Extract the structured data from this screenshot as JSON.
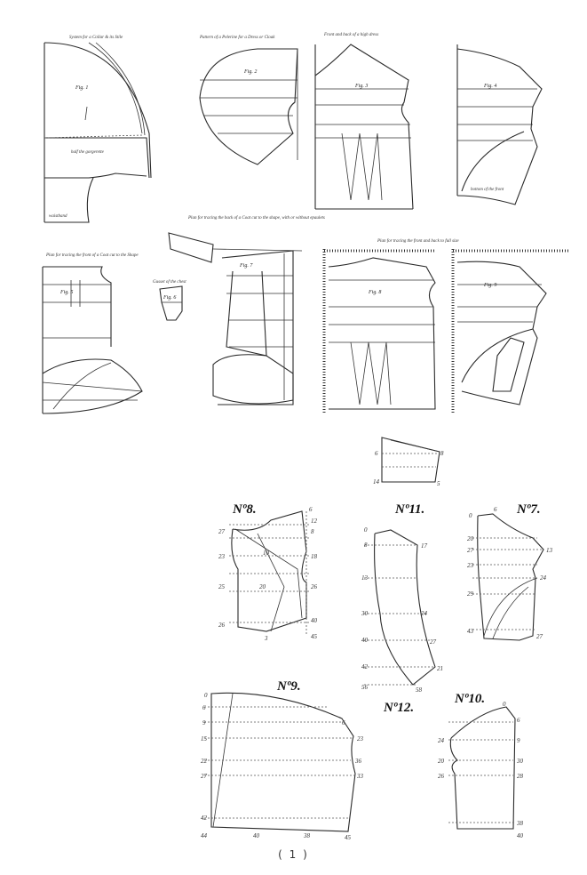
{
  "titles": {
    "collar": "System for a Collar & its Stile",
    "cloak": "Pattern of a Pelerine for a Dress or Cloak",
    "front_back": "Front and back of a high dress",
    "back_tracing": "Plan for tracing the back of a Coat cut to the shape, with or without epaulets",
    "front_tracing": "Plan for tracing the front of a Coat cut to the Shape",
    "front_back_full": "Plan for tracing the front and back to full size"
  },
  "fig_labels": {
    "collar": "Fig. 1",
    "cloak": "Fig. 2",
    "front_back": "Fig. 3",
    "sleeve_top": "Fig. 4",
    "front_tracing": "Fig. 5",
    "gusset": "Fig. 6",
    "back_tracing": "Fig. 7",
    "front_full": "Fig. 8",
    "back_full": "Fig. 9"
  },
  "small_notes": {
    "fold": "half the gorgerette",
    "waist": "waistband",
    "bottom": "bottom of the front",
    "gusset": "Gusset of the chest"
  },
  "numbered": {
    "n8": "Nº8.",
    "n7": "Nº7.",
    "n11": "Nº11.",
    "n9": "Nº9.",
    "n12": "Nº12.",
    "n10": "Nº10."
  },
  "measure_marks": {
    "n8_left": [
      "27",
      "23",
      "25",
      "26"
    ],
    "n8_right": [
      "6",
      "12",
      "8",
      "18",
      "26",
      "40",
      "45"
    ],
    "n8_mid": [
      "10",
      "20",
      "3"
    ],
    "n11_left": [
      "0",
      "8",
      "13",
      "30",
      "40",
      "42",
      "56"
    ],
    "n11_right": [
      "17",
      "24",
      "27",
      "21",
      "58"
    ],
    "n7_left": [
      "0",
      "20",
      "27",
      "23",
      "29",
      "43"
    ],
    "n7_right": [
      "6",
      "13",
      "24",
      "27"
    ],
    "n9_left": [
      "0",
      "6",
      "9",
      "15",
      "22",
      "27",
      "42",
      "44"
    ],
    "n9_right": [
      "6",
      "23",
      "36",
      "33",
      "45"
    ],
    "n9_bottom": [
      "40",
      "38"
    ],
    "n10_left": [
      "0",
      "24",
      "20",
      "26"
    ],
    "n10_right": [
      "6",
      "9",
      "30",
      "28",
      "38",
      "40"
    ],
    "small_piece": [
      "6",
      "14",
      "5",
      "8"
    ]
  },
  "page_number": "( 1 )"
}
